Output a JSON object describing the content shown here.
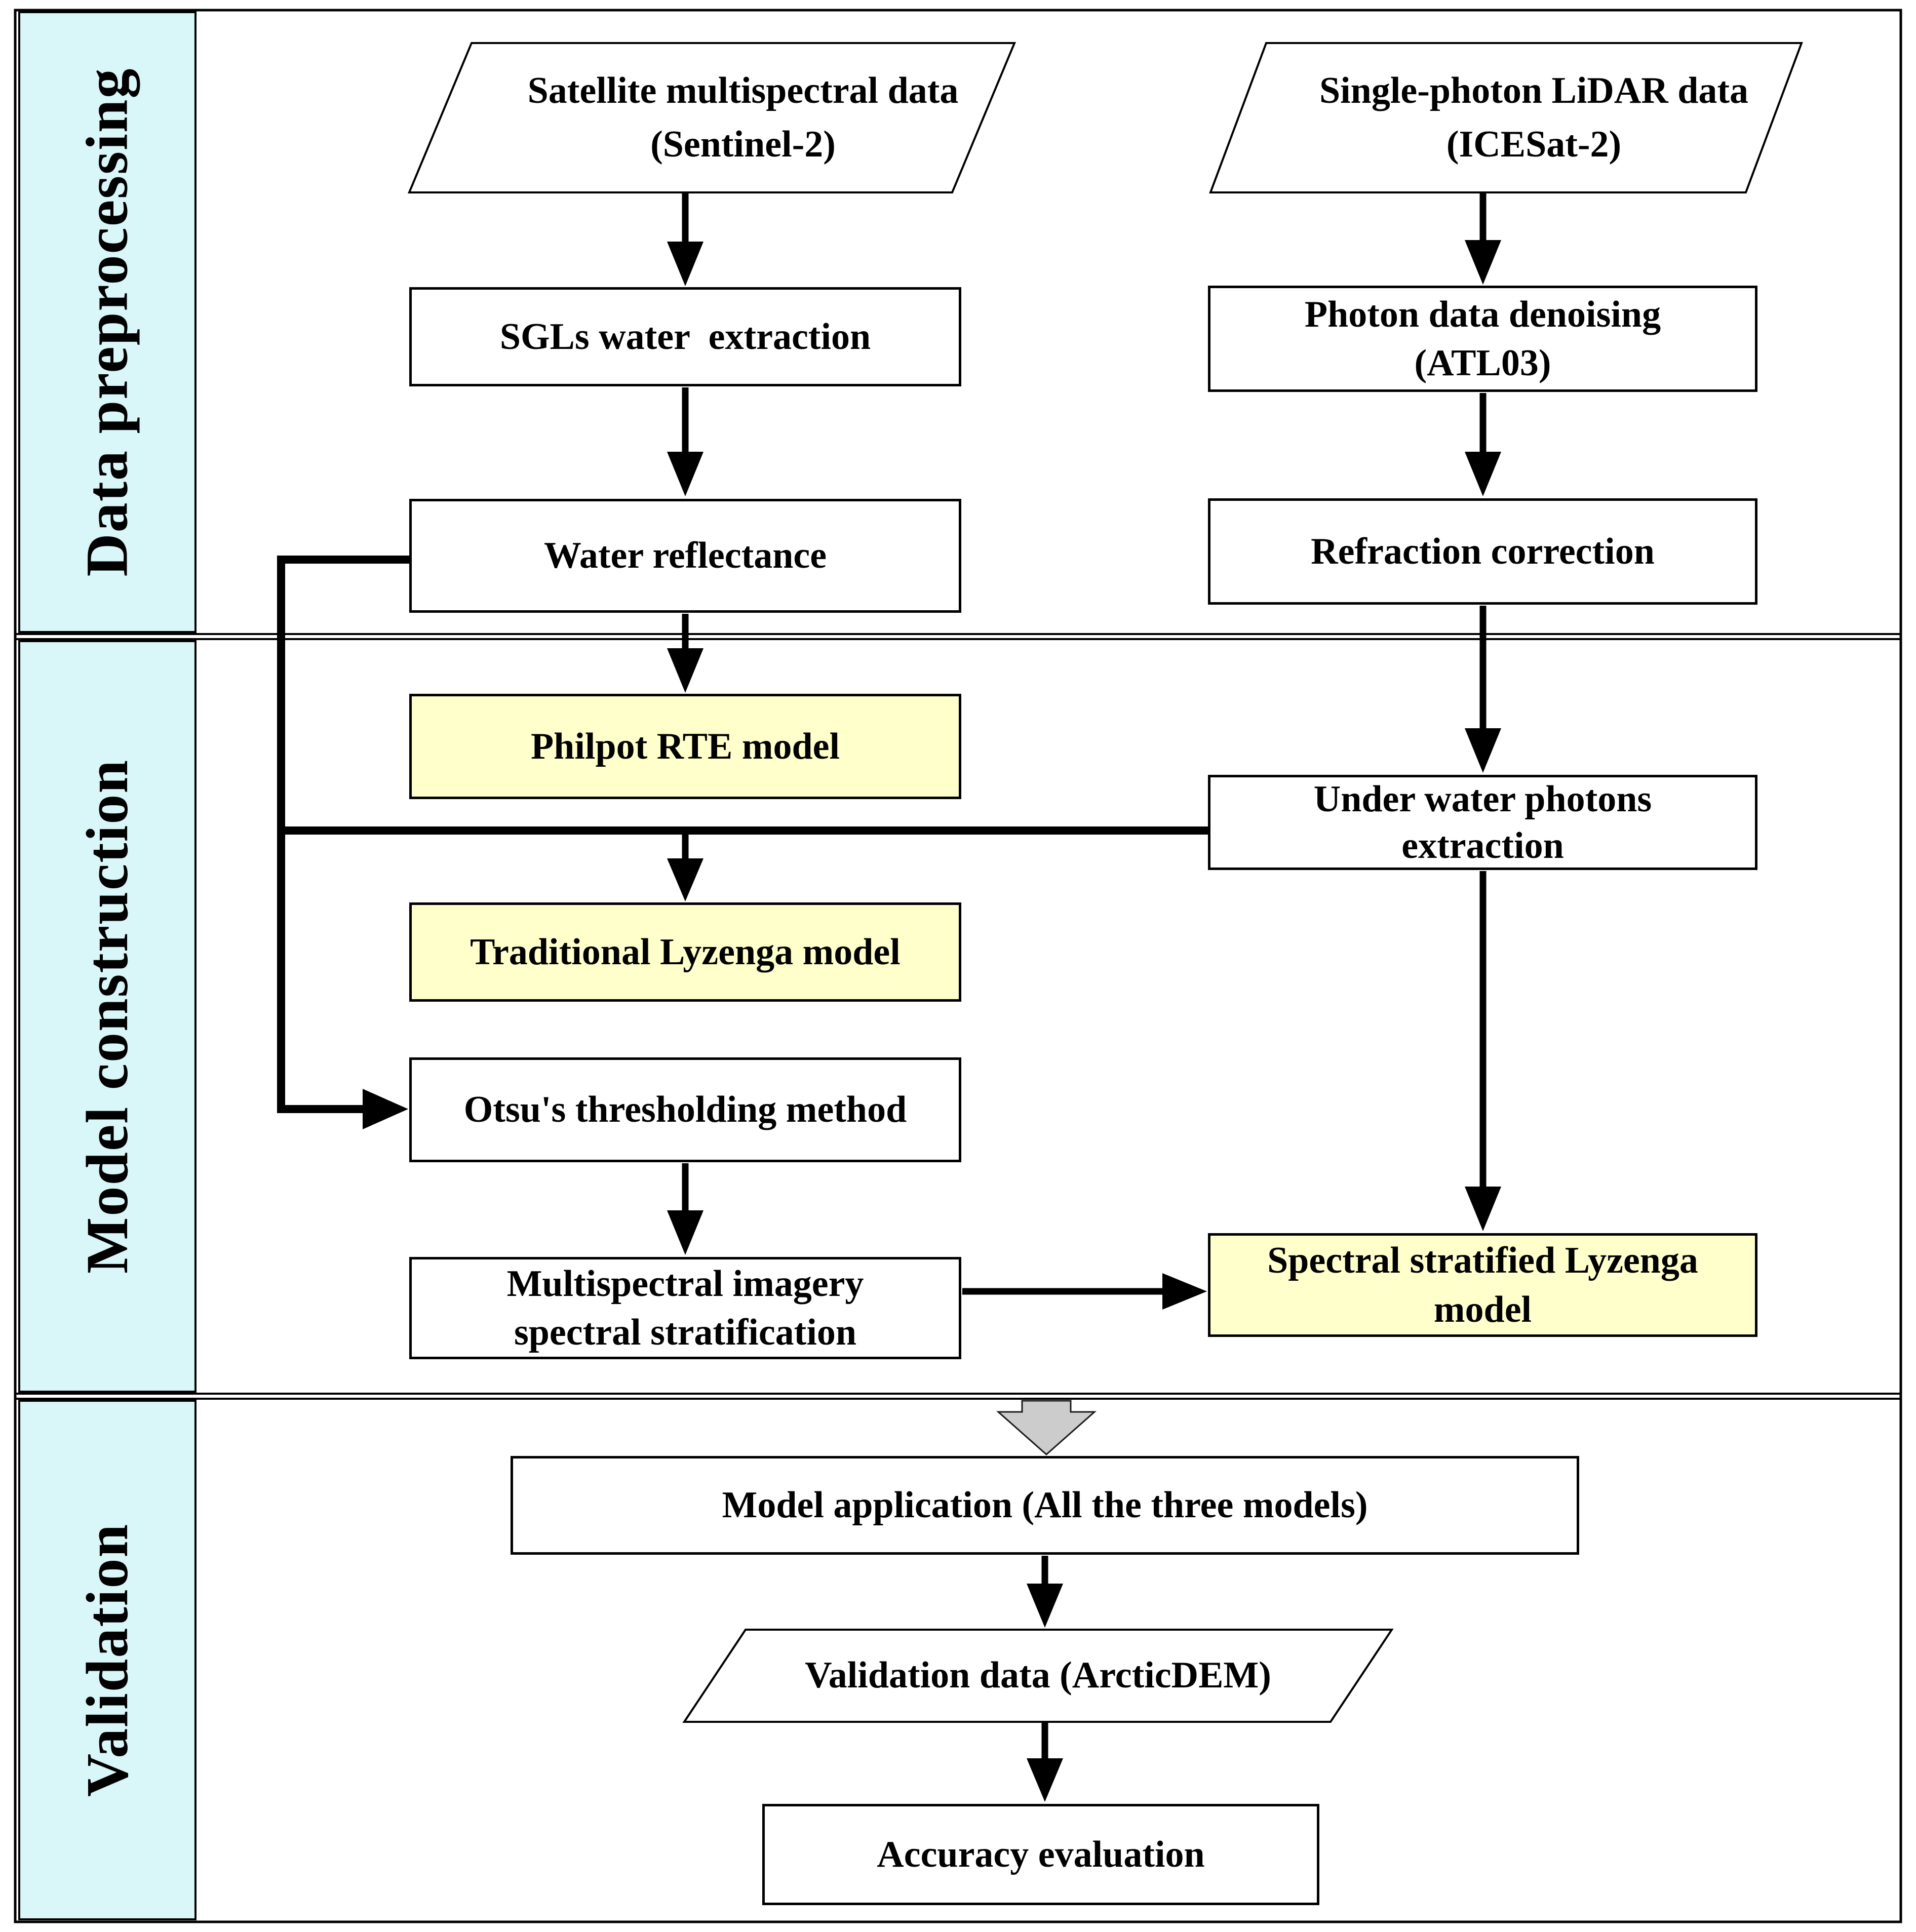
{
  "figure": {
    "type": "flowchart",
    "description": "Methodology flowchart with three phases for supraglacial lake (SGL) bathymetry modeling"
  },
  "colors": {
    "section_label_fill": "#D9F6F9",
    "model_node_fill": "#FFFFCC",
    "process_node_fill": "#FFFFFF",
    "line_color": "#000000",
    "block_arrow_fill": "#CCCCCC"
  },
  "sections": [
    {
      "label": "Data preprocessing"
    },
    {
      "label": "Model construction"
    },
    {
      "label": "Validation"
    }
  ],
  "nodes": {
    "satellite": {
      "line1": "Satellite multispectral data",
      "line2": "(Sentinel-2)"
    },
    "lidar": {
      "line1": "Single-photon LiDAR data",
      "line2": "(ICESat-2)"
    },
    "sgls": {
      "text": "SGLs water  extraction"
    },
    "photon": {
      "line1": "Photon data denoising",
      "line2": "(ATL03)"
    },
    "water": {
      "text": "Water reflectance"
    },
    "refraction": {
      "text": "Refraction correction"
    },
    "philpot": {
      "text": "Philpot RTE model"
    },
    "underwater": {
      "line1": "Under water photons",
      "line2": "extraction"
    },
    "traditional": {
      "text": "Traditional Lyzenga model"
    },
    "otsu": {
      "text": "Otsu's thresholding method"
    },
    "multispectral": {
      "line1": "Multispectral imagery",
      "line2": "spectral stratification"
    },
    "spectral": {
      "line1": "Spectral stratified Lyzenga",
      "line2": "model"
    },
    "model_app": {
      "text": "Model application (All the three models)"
    },
    "validation_data": {
      "text": "Validation data (ArcticDEM)"
    },
    "accuracy": {
      "text": "Accuracy evaluation"
    }
  }
}
